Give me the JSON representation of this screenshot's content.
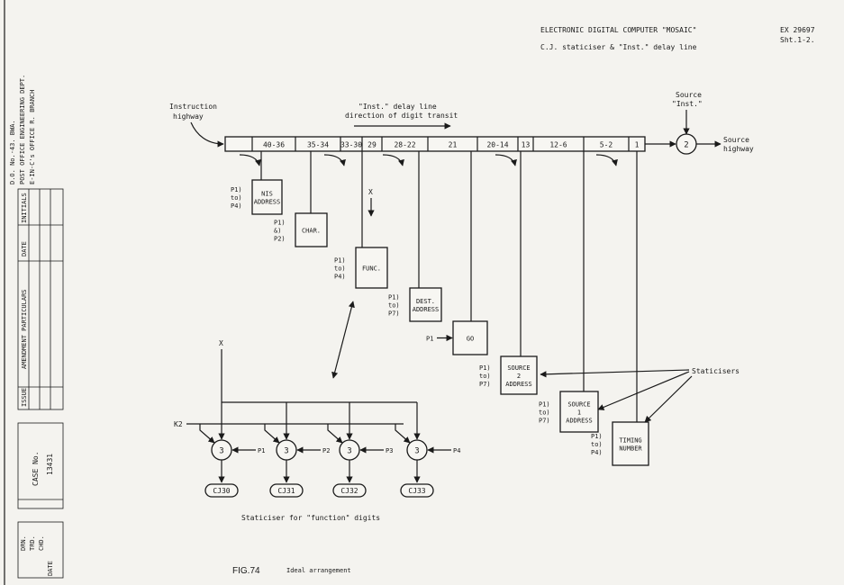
{
  "header": {
    "title": "ELECTRONIC DIGITAL COMPUTER \"MOSAIC\"",
    "subtitle": "C.J. staticiser & \"Inst.\" delay line",
    "ref": "EX 29697",
    "sheet": "Sht.1-2."
  },
  "left_strip": {
    "org_line1": "D.O. No.-43. BWA.",
    "org_line2": "POST OFFICE ENGINEERING DEPT.",
    "org_line3": "E-IN-C's OFFICE R. BRANCH",
    "case_label": "CASE No.",
    "case_number": "13431",
    "col_issue": "ISSUE",
    "col_amend": "AMENDMENT PARTICULARS",
    "col_date": "DATE",
    "col_initials": "INITIALS",
    "drawn": "DRN.",
    "traced": "TRD.",
    "checked": "CHD.",
    "date": "DATE"
  },
  "diagram": {
    "instruction_highway": [
      "Instruction",
      "highway"
    ],
    "delay_line_label": [
      "\"Inst.\" delay line",
      "direction of digit transit"
    ],
    "source_inst": [
      "Source",
      "\"Inst.\""
    ],
    "source_highway": [
      "Source",
      "highway"
    ],
    "source_circle": "2",
    "segments": [
      "40-36",
      "35-34",
      "33-30",
      "29",
      "28-22",
      "21",
      "20-14",
      "13",
      "12-6",
      "5-2",
      "1"
    ],
    "boxes": [
      {
        "name": "nis-address",
        "lines": [
          "NIS",
          "ADDRESS"
        ],
        "pulses": [
          "P1)",
          "to)",
          "P4)"
        ]
      },
      {
        "name": "char",
        "lines": [
          "CHAR."
        ],
        "pulses": [
          "P1)",
          "&)",
          "P2)"
        ]
      },
      {
        "name": "func",
        "lines": [
          "FUNC."
        ],
        "pulses": [
          "P1)",
          "to)",
          "P4)"
        ]
      },
      {
        "name": "dest-address",
        "lines": [
          "DEST.",
          "ADDRESS"
        ],
        "pulses": [
          "P1)",
          "to)",
          "P7)"
        ]
      },
      {
        "name": "go",
        "lines": [
          "GO"
        ],
        "pulses": [
          "P1"
        ]
      },
      {
        "name": "source2-address",
        "lines": [
          "SOURCE",
          "2",
          "ADDRESS"
        ],
        "pulses": [
          "P1)",
          "to)",
          "P7)"
        ]
      },
      {
        "name": "source1-address",
        "lines": [
          "SOURCE",
          "1",
          "ADDRESS"
        ],
        "pulses": [
          "P1)",
          "to)",
          "P7)"
        ]
      },
      {
        "name": "timing-number",
        "lines": [
          "TIMING",
          "NUMBER"
        ],
        "pulses": [
          "P1)",
          "to)",
          "P4)"
        ]
      }
    ],
    "x_label": "X",
    "k2_label": "K2",
    "staticisers_label": "Staticisers",
    "gate_number": "3",
    "gate_pulses": [
      "P1",
      "P2",
      "P3",
      "P4"
    ],
    "outputs": [
      "CJ30",
      "CJ31",
      "CJ32",
      "CJ33"
    ],
    "staticiser_caption": "Staticiser for \"function\" digits",
    "figure": "FIG.74",
    "figure_caption": "Ideal arrangement"
  }
}
